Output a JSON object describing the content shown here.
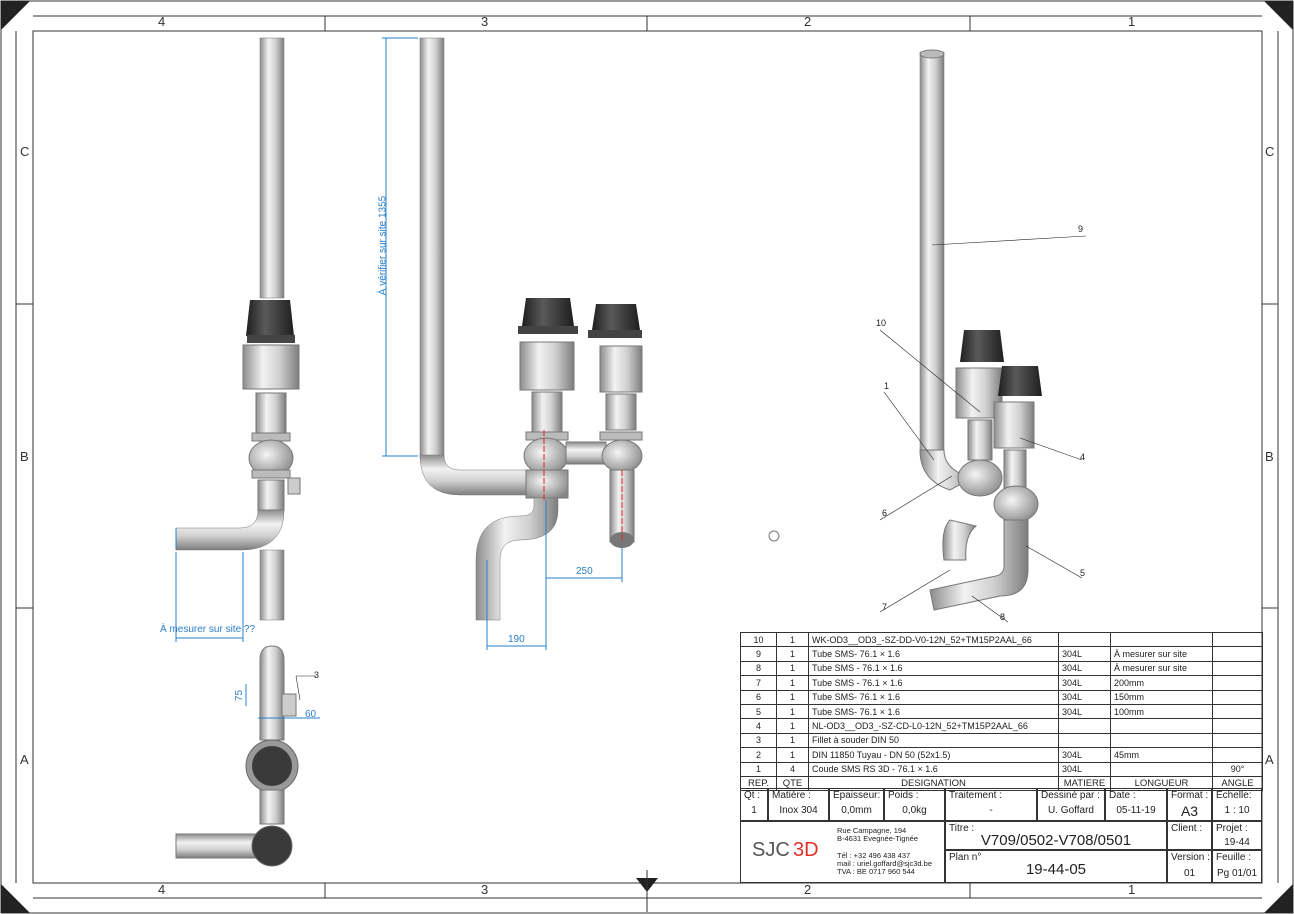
{
  "zones": {
    "top": [
      "4",
      "3",
      "2",
      "1"
    ],
    "bottom": [
      "4",
      "3",
      "2",
      "1"
    ],
    "left": [
      "C",
      "B",
      "A"
    ],
    "right": [
      "C",
      "B",
      "A"
    ]
  },
  "dimensions": {
    "verify_site": "À vérifier sur site 1355",
    "measure_site": "À mesurer sur site ??",
    "d250": "250",
    "d190": "190",
    "d75": "75",
    "d60": "60"
  },
  "balloons": [
    "1",
    "3",
    "4",
    "5",
    "6",
    "7",
    "8",
    "9",
    "10"
  ],
  "bom": {
    "rows": [
      {
        "rep": "10",
        "qte": "1",
        "designation": "WK-OD3__OD3_-SZ-DD-V0-12N_52+TM15P2AAL_66",
        "matiere": "",
        "longueur": "",
        "angle": ""
      },
      {
        "rep": "9",
        "qte": "1",
        "designation": "Tube  SMS- 76.1 × 1.6",
        "matiere": "304L",
        "longueur": "À mesurer sur site",
        "angle": ""
      },
      {
        "rep": "8",
        "qte": "1",
        "designation": "Tube SMS - 76.1 × 1.6",
        "matiere": "304L",
        "longueur": "À mesurer sur site",
        "angle": ""
      },
      {
        "rep": "7",
        "qte": "1",
        "designation": "Tube SMS - 76.1 × 1.6",
        "matiere": "304L",
        "longueur": "200mm",
        "angle": ""
      },
      {
        "rep": "6",
        "qte": "1",
        "designation": "Tube SMS- 76.1 × 1.6",
        "matiere": "304L",
        "longueur": "150mm",
        "angle": ""
      },
      {
        "rep": "5",
        "qte": "1",
        "designation": "Tube  SMS- 76.1 × 1.6",
        "matiere": "304L",
        "longueur": "100mm",
        "angle": ""
      },
      {
        "rep": "4",
        "qte": "1",
        "designation": "NL-OD3__OD3_-SZ-CD-L0-12N_52+TM15P2AAL_66",
        "matiere": "",
        "longueur": "",
        "angle": ""
      },
      {
        "rep": "3",
        "qte": "1",
        "designation": "Fillet à souder DIN 50",
        "matiere": "",
        "longueur": "",
        "angle": ""
      },
      {
        "rep": "2",
        "qte": "1",
        "designation": "DIN 11850 Tuyau - DN 50 (52x1.5)",
        "matiere": "304L",
        "longueur": "45mm",
        "angle": ""
      },
      {
        "rep": "1",
        "qte": "4",
        "designation": "Coude SMS RS 3D - 76.1 × 1.6",
        "matiere": "304L",
        "longueur": "",
        "angle": "90°"
      }
    ],
    "headers": {
      "rep": "REP.",
      "qte": "QTE",
      "designation": "DESIGNATION",
      "matiere": "MATIERE",
      "longueur": "LONGUEUR",
      "angle": "ANGLE"
    }
  },
  "title_block": {
    "qt_label": "Qt :",
    "qt_value": "1",
    "matiere_label": "Matière :",
    "matiere_value": "Inox 304",
    "epaisseur_label": "Epaisseur:",
    "epaisseur_value": "0,0mm",
    "poids_label": "Poids :",
    "poids_value": "0,0kg",
    "traitement_label": "Traitement :",
    "traitement_value": "-",
    "dessine_label": "Dessiné par :",
    "dessine_value": "U. Goffard",
    "date_label": "Date :",
    "date_value": "05-11-19",
    "format_label": "Format :",
    "format_value": "A3",
    "echelle_label": "Echelle:",
    "echelle_value": "1 : 10",
    "titre_label": "Titre :",
    "titre_value": "V709/0502-V708/0501",
    "client_label": "Client :",
    "client_value": "",
    "projet_label": "Projet :",
    "projet_value": "19-44",
    "plan_label": "Plan n°",
    "plan_value": "19-44-05",
    "version_label": "Version :",
    "version_value": "01",
    "feuille_label": "Feuille :",
    "feuille_value": "Pg  01/01",
    "logo_text": "SJC3D",
    "company": {
      "addr1": "Rue Campagne, 194",
      "addr2": "B-4631 Evegnée-Tignée",
      "tel": "Tél : +32 496 438 437",
      "mail": "mail : uriel.goffard@sjc3d.be",
      "tva": "TVA : BE 0717 960 544"
    }
  },
  "colors": {
    "dimension": "#2a7fc9",
    "steel_light": "#d9d9d9",
    "steel_dark": "#8a8a8a",
    "actuator": "#3a3a3a",
    "section_line": "#e02020"
  }
}
